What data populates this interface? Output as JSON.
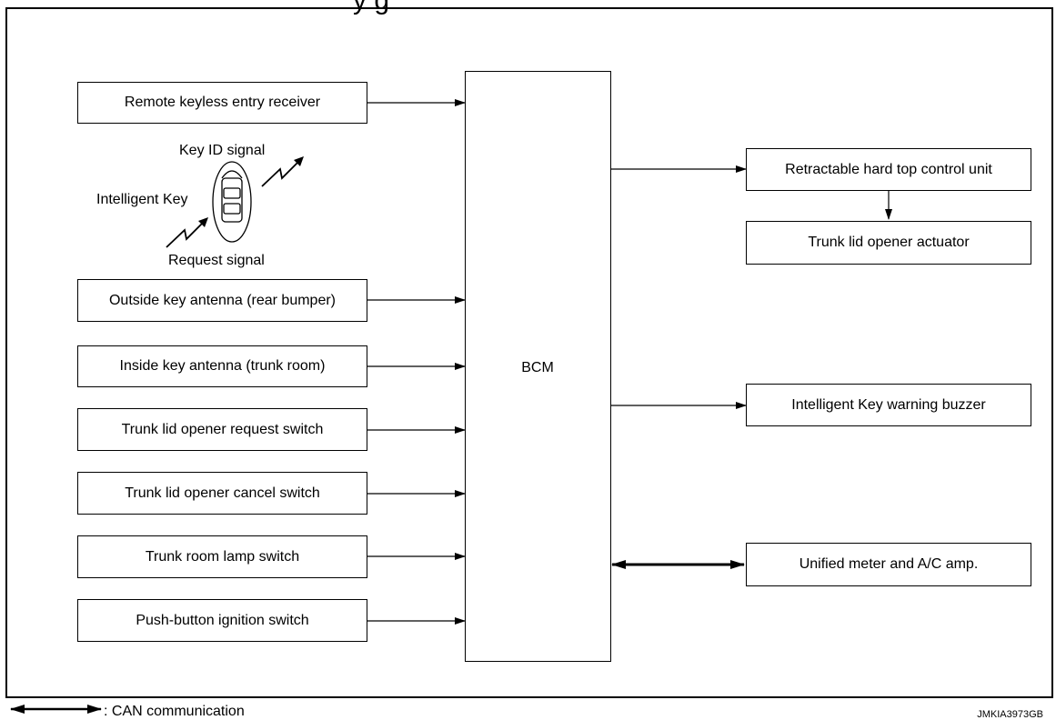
{
  "diagram": {
    "title_fragment": "y               g",
    "bcm_label": "BCM",
    "inputs": [
      "Remote keyless entry receiver",
      "Outside key antenna (rear bumper)",
      "Inside key antenna (trunk room)",
      "Trunk lid opener request switch",
      "Trunk lid opener cancel switch",
      "Trunk room lamp switch",
      "Push-button ignition switch"
    ],
    "outputs": [
      "Retractable hard top control unit",
      "Trunk lid opener actuator",
      "Intelligent Key warning buzzer",
      "Unified meter and A/C amp."
    ],
    "key": {
      "name": "Intelligent Key",
      "id_signal": "Key ID signal",
      "request_signal": "Request signal"
    },
    "legend": ": CAN communication",
    "figure_code": "JMKIA3973GB"
  }
}
